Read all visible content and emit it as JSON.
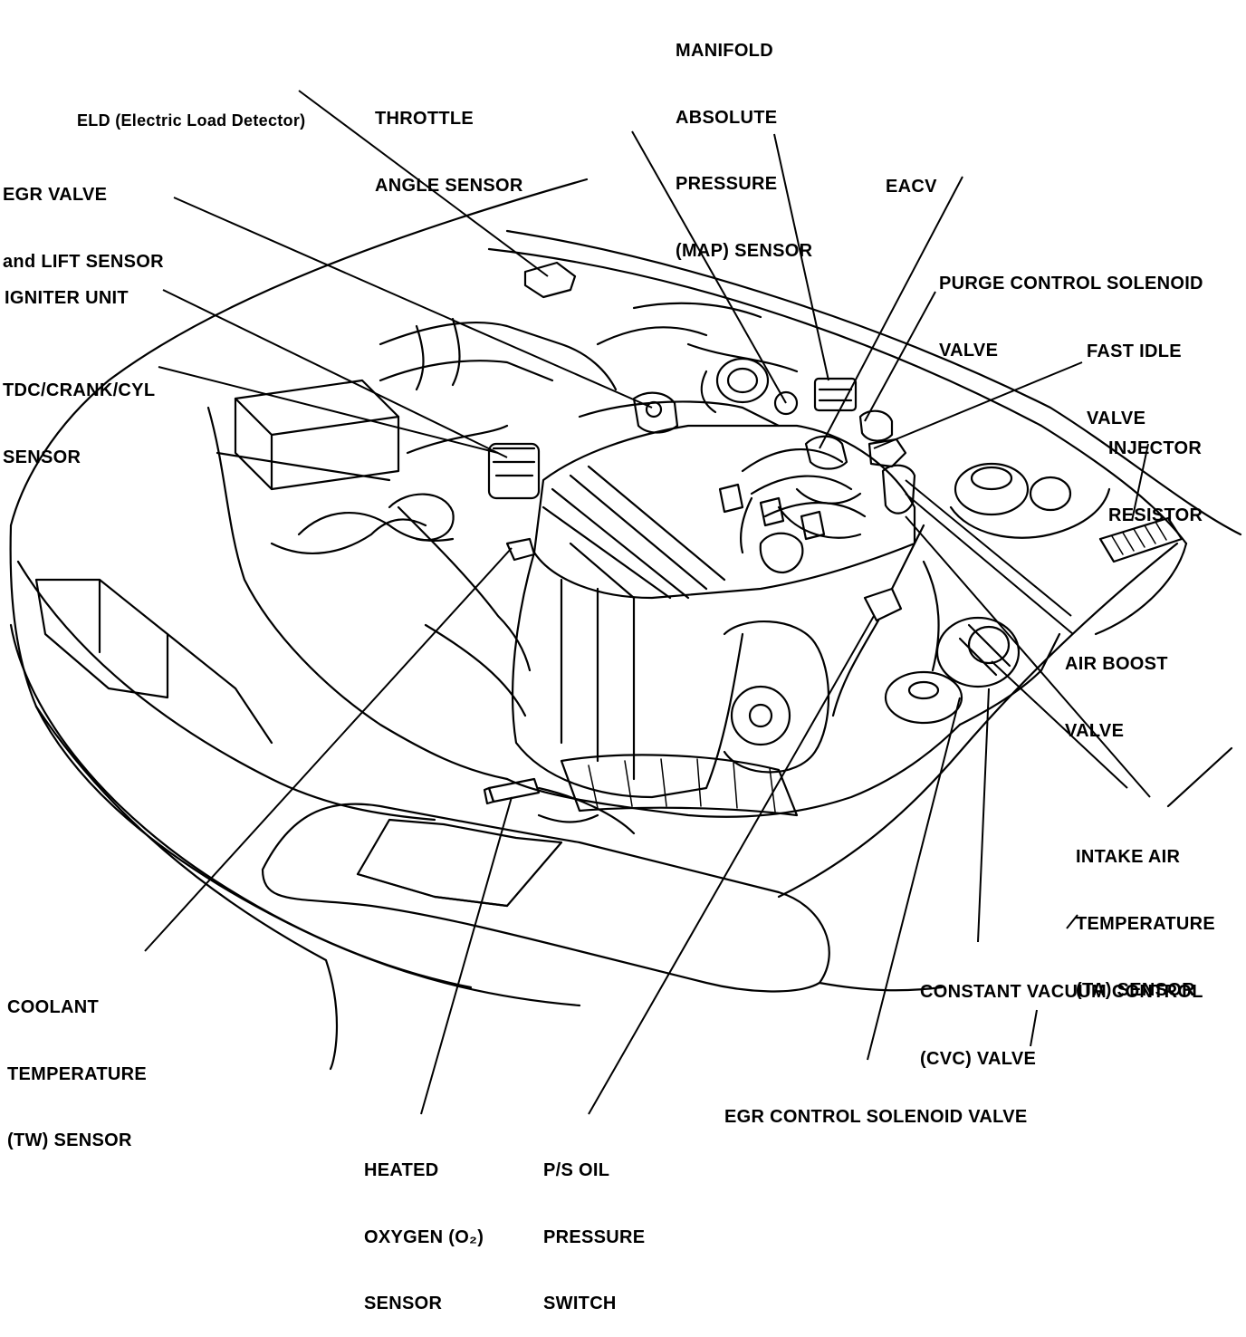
{
  "labels": {
    "map_sensor": [
      "MANIFOLD",
      "ABSOLUTE",
      "PRESSURE",
      "(MAP) SENSOR"
    ],
    "eld": [
      "ELD (Electric Load Detector)"
    ],
    "throttle_angle_sensor": [
      "THROTTLE",
      "ANGLE SENSOR"
    ],
    "eacv": [
      "EACV"
    ],
    "egr_valve_lift_sensor": [
      "EGR VALVE",
      "and LIFT SENSOR"
    ],
    "purge_control_solenoid_valve": [
      "PURGE CONTROL SOLENOID",
      "VALVE"
    ],
    "igniter_unit": [
      "IGNITER UNIT"
    ],
    "fast_idle_valve": [
      "FAST IDLE",
      "VALVE"
    ],
    "tdc_crank_cyl_sensor": [
      "TDC/CRANK/CYL",
      "SENSOR"
    ],
    "injector_resistor": [
      "INJECTOR",
      "RESISTOR"
    ],
    "air_boost_valve": [
      "AIR BOOST",
      "VALVE"
    ],
    "intake_air_temperature_sensor": [
      "INTAKE AIR",
      "TEMPERATURE",
      "(TA) SENSOR"
    ],
    "constant_vacuum_control_valve": [
      "CONSTANT VACUUM CONTROL",
      "(CVC) VALVE"
    ],
    "coolant_temperature_sensor": [
      "COOLANT",
      "TEMPERATURE",
      "(TW) SENSOR"
    ],
    "egr_control_solenoid_valve": [
      "EGR CONTROL SOLENOID VALVE"
    ],
    "heated_oxygen_sensor": [
      "HEATED",
      "OXYGEN (O₂)",
      "SENSOR"
    ],
    "ps_oil_pressure_switch": [
      "P/S OIL",
      "PRESSURE",
      "SWITCH"
    ]
  }
}
